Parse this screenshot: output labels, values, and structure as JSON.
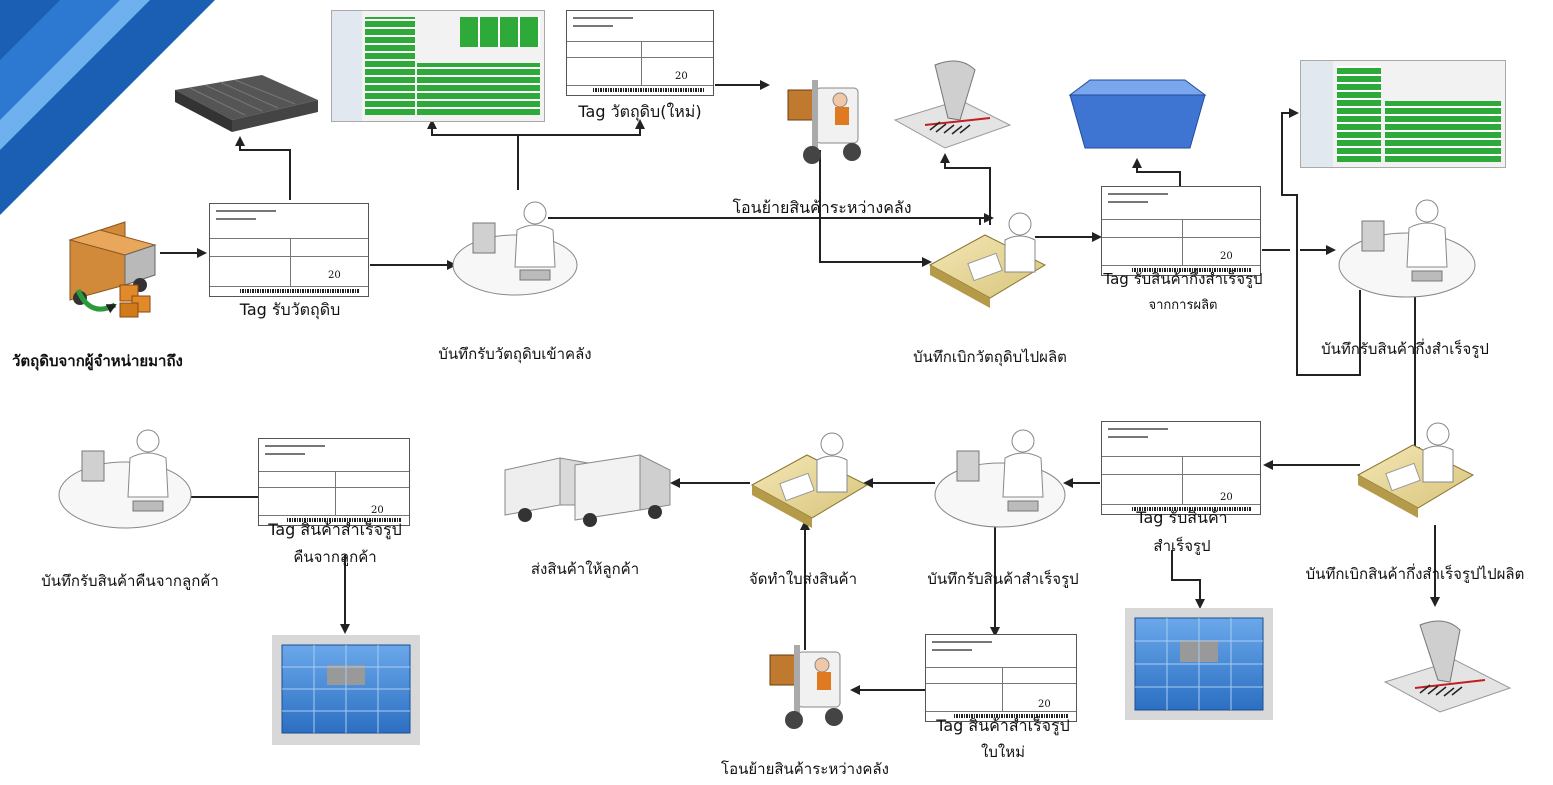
{
  "labels": {
    "supplier": "วัตถุดิบจากผู้จำหน่ายมาถึง",
    "tag_receive_raw": "Tag รับวัตถุดิบ",
    "record_receive_raw": "บันทึกรับวัตถุดิบเข้าคลัง",
    "tag_raw_new": "Tag วัตถุดิบ(ใหม่)",
    "transfer_top": "โอนย้ายสินค้าระหว่างคลัง",
    "record_issue_raw": "บันทึกเบิกวัตถุดิบไปผลิต",
    "tag_receive_semi_l1": "Tag รับสินค้ากึ่งสำเร็จรูป",
    "tag_receive_semi_l2": "จากการผลิต",
    "record_receive_semi": "บันทึกรับสินค้ากึ่งสำเร็จรูป",
    "record_issue_semi": "บันทึกเบิกสินค้ากึ่งสำเร็จรูปไปผลิต",
    "tag_receive_fg_l1": "Tag รับสินค้า",
    "tag_receive_fg_l2": "สำเร็จรูป",
    "record_receive_fg": "บันทึกรับสินค้าสำเร็จรูป",
    "make_delivery": "จัดทำใบส่งสินค้า",
    "ship_customer": "ส่งสินค้าให้ลูกค้า",
    "tag_fg_new_l1": "Tag สินค้าสำเร็จรูป",
    "tag_fg_new_l2": "ใบใหม่",
    "transfer_bottom": "โอนย้ายสินค้าระหว่างคลัง",
    "tag_return_l1": "Tag สินค้าสำเร็จรูป",
    "tag_return_l2": "คืนจากลูกค้า",
    "record_return": "บันทึกรับสินค้าคืนจากลูกค้า"
  },
  "tag_value": "20",
  "colors": {
    "arrow": "#222222",
    "banner": "#1a5fb4",
    "grid_green": "#2eaa3a",
    "basket_blue": "#3d86d6",
    "tray_blue": "#4a7fd8",
    "desk": "#e8d9a0",
    "person": "#ffffff"
  }
}
